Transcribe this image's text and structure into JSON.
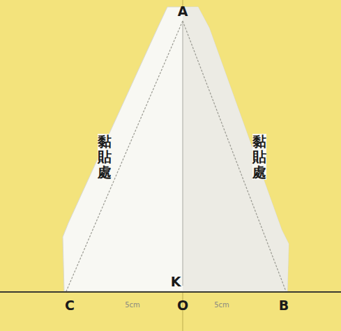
{
  "diagram": {
    "labels": [
      "A",
      "黏貼處",
      "黏貼處",
      "K",
      "C",
      "O",
      "B",
      "5cm",
      "5cm"
    ]
  }
}
